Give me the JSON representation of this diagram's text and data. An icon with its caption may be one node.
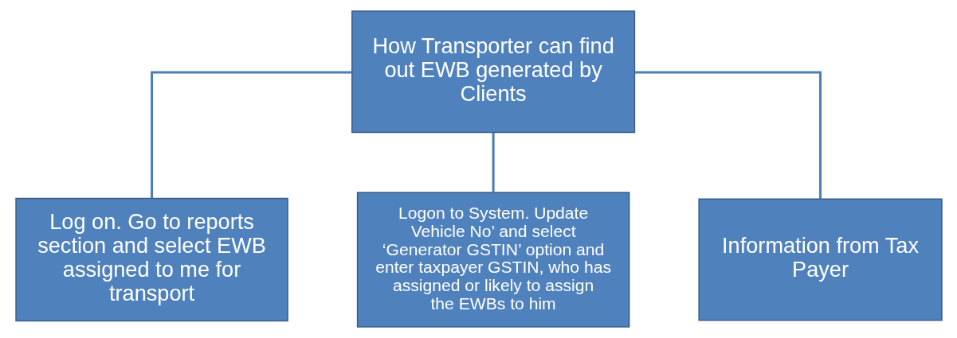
{
  "diagram": {
    "nodes": [
      {
        "text": [
          "How Transporter can find out EWB generated by Clients"
        ]
      },
      {
        "text": [
          "Log on. Go to reports section and select EWB assigned to me for transport"
        ]
      },
      {
        "text": [
          "Logon to System. Update Vehicle No’ and select ‘Generator GSTIN’ option and enter taxpayer GSTIN, who has assigned or likely to assign the EWBs to him"
        ]
      },
      {
        "text": [
          "Information from Tax Payer"
        ]
      }
    ],
    "edges": [
      {
        "from": 0,
        "to": 1,
        "arrow": "none"
      },
      {
        "from": 0,
        "to": 2,
        "arrow": "none"
      },
      {
        "from": 0,
        "to": 3,
        "arrow": "none"
      }
    ]
  }
}
